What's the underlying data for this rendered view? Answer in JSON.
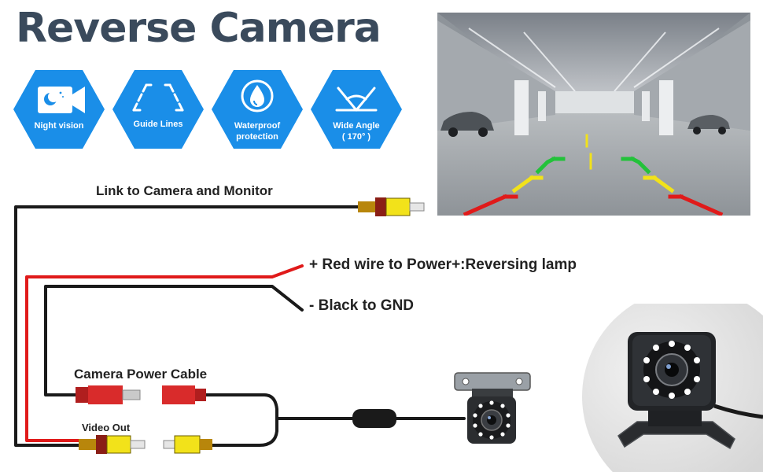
{
  "title": "Reverse Camera",
  "features": [
    {
      "icon": "camera-icon",
      "label": "Night vision"
    },
    {
      "icon": "guide-lines-icon",
      "label": "Guide Lines"
    },
    {
      "icon": "water-drop-icon",
      "label_line1": "Waterproof",
      "label_line2": "protection"
    },
    {
      "icon": "wide-angle-icon",
      "label_line1": "Wide Angle",
      "label_line2": "( 170° )"
    }
  ],
  "wiring": {
    "link": "Link to Camera and Monitor",
    "red_wire": "+ Red wire to Power+:Reversing lamp",
    "black_wire": "- Black to GND",
    "power_cable": "Camera Power Cable",
    "video_out": "Video Out"
  },
  "colors": {
    "hexagon": "#1a8ee8",
    "title": "#3a4a5c",
    "red_wire": "#e01a1a",
    "black_wire": "#1a1a1a",
    "rca_yellow": "#f2e21a",
    "connector_red": "#d92b2b"
  }
}
